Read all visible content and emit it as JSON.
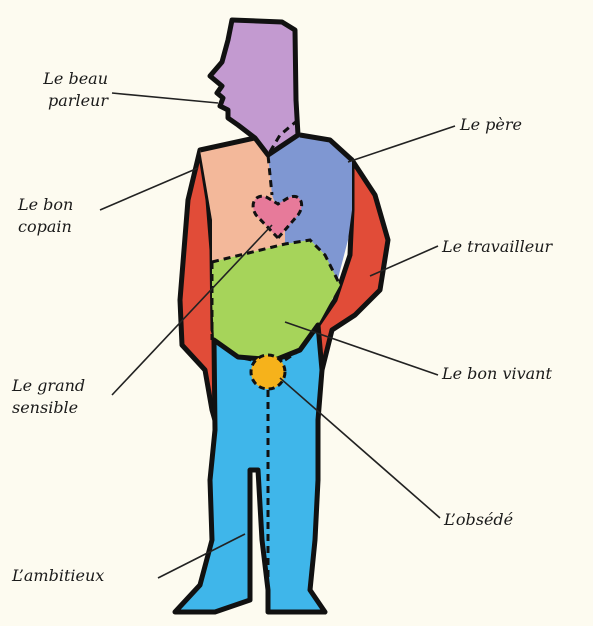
{
  "labels": {
    "beau_parleur": [
      "Le beau",
      "parleur"
    ],
    "bon_copain": [
      "Le bon",
      "copain"
    ],
    "grand_sensible": [
      "Le grand",
      "sensible"
    ],
    "ambitieux": "L’ambitieux",
    "pere": "Le père",
    "travailleur": "Le travailleur",
    "bon_vivant": "Le bon vivant",
    "obsede": "L’obsédé"
  },
  "colors": {
    "background": "#fdfbf0",
    "head": "#c39ad0",
    "right_chest": "#7f97d2",
    "left_chest": "#f3b89a",
    "heart": "#e77a9a",
    "belly": "#a6d45a",
    "groin": "#f6b21b",
    "arms": "#e14c38",
    "legs": "#3fb6ea",
    "outline": "#111111"
  }
}
